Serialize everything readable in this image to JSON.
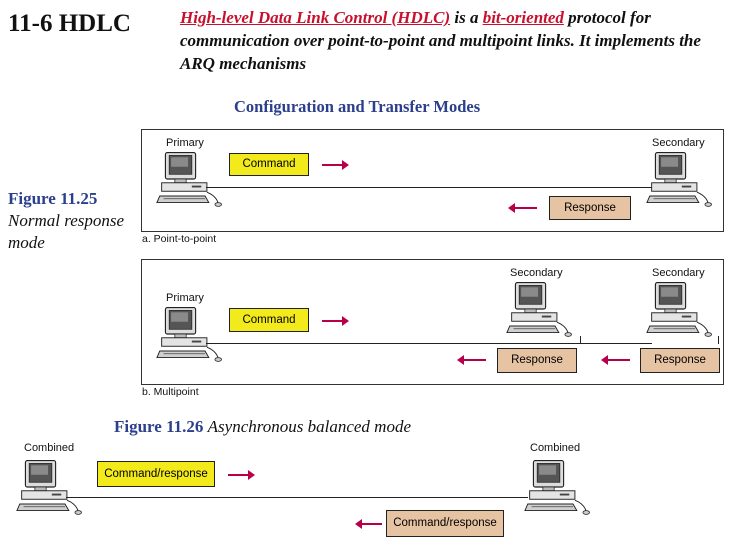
{
  "header": {
    "title": "11-6  HDLC",
    "intro_part1": "High-level Data Link Control (HDLC)",
    "intro_part2": " is a ",
    "intro_part3": "bit-oriented",
    "intro_part4": " protocol for communication over point-to-point and multipoint links. It implements the ARQ mechanisms"
  },
  "section_title": "Configuration and Transfer Modes",
  "figure_11_25": {
    "number": "Figure 11.25",
    "name_line1": "Normal response",
    "name_line2": "mode",
    "point_to_point": {
      "primary_label": "Primary",
      "secondary_label": "Secondary",
      "command": "Command",
      "response": "Response",
      "caption": "a. Point-to-point"
    },
    "multipoint": {
      "primary_label": "Primary",
      "secondary_label_1": "Secondary",
      "secondary_label_2": "Secondary",
      "command": "Command",
      "response_1": "Response",
      "response_2": "Response",
      "caption": "b. Multipoint"
    }
  },
  "figure_11_26": {
    "number": "Figure 11.26",
    "name": "Asynchronous balanced mode",
    "left_label": "Combined",
    "right_label": "Combined",
    "box_top": "Command/response",
    "box_bottom": "Command/response"
  },
  "colors": {
    "command_box": "#f3ea1c",
    "response_box": "#e6c3a3",
    "arrow": "#b8004a",
    "figure_number": "#2b3f8c",
    "highlight": "#c8102e"
  }
}
